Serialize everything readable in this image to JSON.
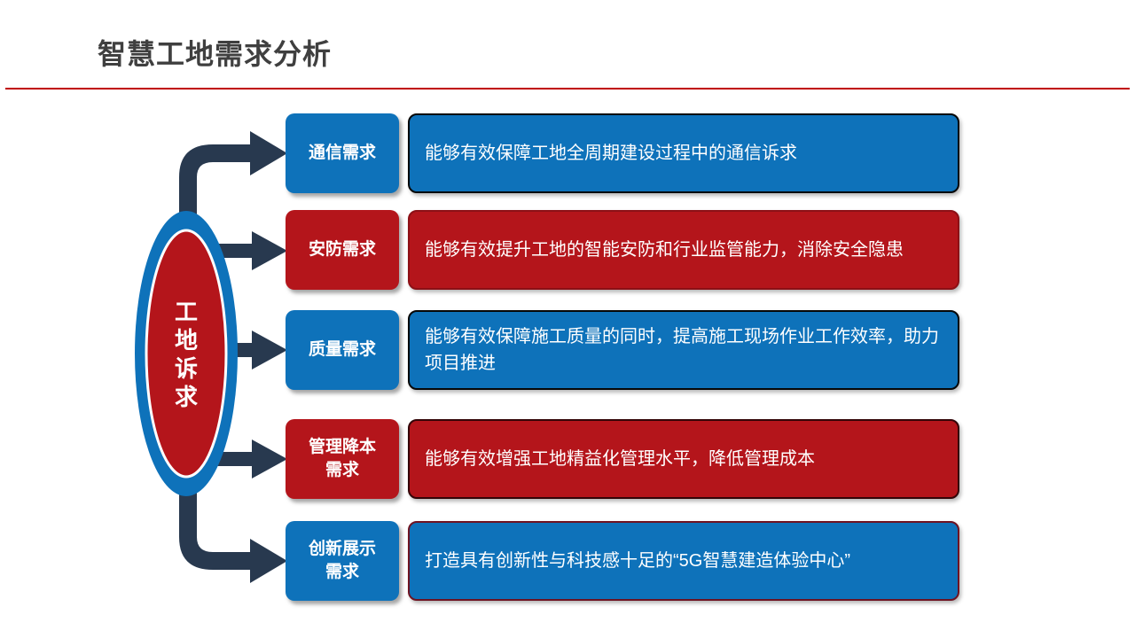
{
  "slide": {
    "title": "智慧工地需求分析",
    "hub": {
      "label": "工地诉求"
    },
    "colors": {
      "blue": "#0e72ba",
      "red": "#b4151b",
      "arrow_navy": "#28394f",
      "divider_red": "#c00000",
      "title_gray": "#3f3f3f",
      "desc_border_blue_rows": "#070707",
      "desc_border_row5": "#6e1322"
    },
    "rows": [
      {
        "theme": "blue",
        "label": "通信需求",
        "desc": "能够有效保障工地全周期建设过程中的通信诉求"
      },
      {
        "theme": "red",
        "label": "安防需求",
        "desc": "能够有效提升工地的智能安防和行业监管能力，消除安全隐患"
      },
      {
        "theme": "blue",
        "label": "质量需求",
        "desc": "能够有效保障施工质量的同时，提高施工现场作业工作效率，助力项目推进"
      },
      {
        "theme": "red",
        "label": "管理降本需求",
        "desc": "能够有效增强工地精益化管理水平，降低管理成本"
      },
      {
        "theme": "blue",
        "label": "创新展示需求",
        "desc": "打造具有创新性与科技感十足的“5G智慧建造体验中心”"
      }
    ]
  }
}
